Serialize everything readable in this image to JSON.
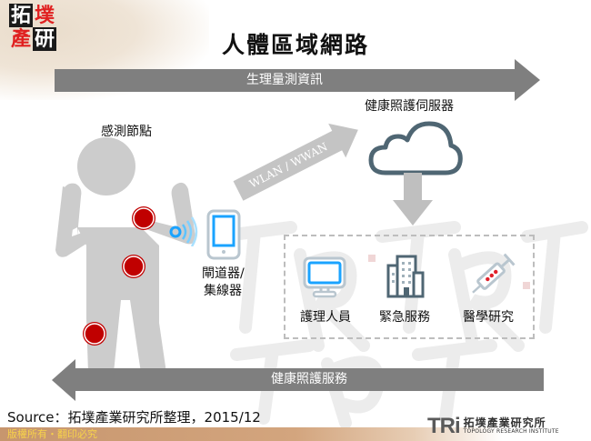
{
  "header": {
    "logo_chars": [
      "拓",
      "墣",
      "產",
      "研"
    ],
    "title": "人體區域網路"
  },
  "flows": {
    "top_arrow_label": "生理量測資訊",
    "bottom_arrow_label": "健康照護服務",
    "diagonal_arrow_label": "WLAN / WWAN"
  },
  "nodes": {
    "sensor_node_label": "感測節點",
    "server_label": "健康照護伺服器",
    "gateway_label_line1": "閘道器/",
    "gateway_label_line2": "集線器",
    "services": [
      {
        "label": "護理人員",
        "icon": "monitor-icon"
      },
      {
        "label": "緊急服務",
        "icon": "building-icon"
      },
      {
        "label": "醫學研究",
        "icon": "syringe-icon"
      }
    ]
  },
  "colors": {
    "arrow_gray": "#7f7f7f",
    "light_gray": "#c8c8c8",
    "sensor_red": "#c00000",
    "device_blue": "#1aa3ff",
    "cloud_slate": "#4f6673"
  },
  "footer": {
    "source": "Source：拓墣產業研究所整理，2015/12",
    "copyright": "版權所有・翻印必究",
    "org_letters": "TRi",
    "org_name_cn": "拓墣產業研究所",
    "org_name_en": "TOPOLOGY RESEARCH INSTITUTE"
  }
}
